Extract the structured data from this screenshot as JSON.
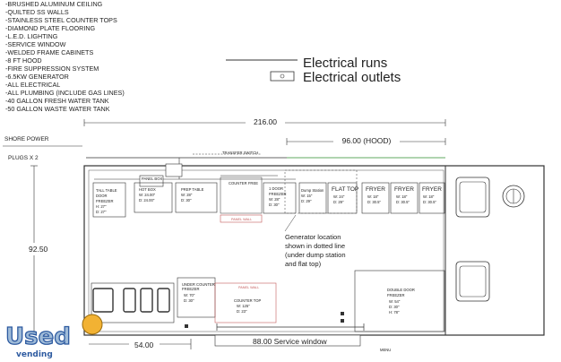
{
  "specs": [
    "-BRUSHED ALUMINUM CEILING",
    "-QUILTED SS WALLS",
    "-STAINLESS STEEL COUNTER TOPS",
    "-DIAMOND PLATE FLOORING",
    "-L.E.D. LIGHTING",
    "-SERVICE WINDOW",
    "-WELDED FRAME CABINETS",
    "-8 FT HOOD",
    "-FIRE SUPPRESSION SYSTEM",
    "-6.5KW GENERATOR",
    "-ALL ELECTRICAL",
    "-ALL PLUMBING (INCLUDE GAS LINES)",
    "-40 GALLON FRESH WATER TANK",
    "-50 GALLON WASTE WATER TANK"
  ],
  "legend": {
    "runs": "Electrical runs",
    "outlets": "Electrical outlets"
  },
  "dimensions": {
    "length": "216.00",
    "hood": "96.00 (HOOD)",
    "width": "92.50",
    "door": "54.00",
    "service_window": "88.00 Service window"
  },
  "labels": {
    "shore_power": "SHORE POWER",
    "plugs": "PLUGS X 2",
    "menu": "MENU"
  },
  "notes": {
    "generator": [
      "Generator location",
      "shown in dotted line",
      "(under dump station",
      "and flat top)"
    ]
  },
  "equipment": {
    "panel_box": "PANEL BOX",
    "transfer_switch": "TRANSFER SWITCH",
    "tall_table": [
      "TALL TABLE",
      "DOOR",
      "FREEZER",
      "H: 27\"",
      "D: 27\""
    ],
    "hot_box": [
      "HOT BOX",
      "W: 24.00\"",
      "D: 24.00\"",
      ""
    ],
    "prep_table": [
      "PREP TABLE",
      "W: 28\"",
      "D: 30\""
    ],
    "counter_top_free": "COUNTER FREE",
    "panel_wall_1": "PANEL WALL",
    "freezer": [
      "1 DOOR",
      "FREEZER",
      "W: 28\"",
      "D: 30\""
    ],
    "dump_station": [
      "Dump Station",
      "W: 15\"",
      "D: 29\""
    ],
    "flat_top": [
      "FLAT TOP",
      "W: 24\"",
      "D: 29\""
    ],
    "fryer_1": [
      "FRYER",
      "W: 18\"",
      "D: 30.5\""
    ],
    "fryer_2": [
      "FRYER",
      "W: 18\"",
      "D: 30.5\""
    ],
    "fryer_3": [
      "FRYER",
      "W: 18\"",
      "D: 30.5\""
    ],
    "under_counter": [
      "UNDER COUNTER",
      "FREEZER",
      "W: 70\"",
      "D: 30\""
    ],
    "panel_wall_2": "PANEL WALL",
    "counter_top": [
      "COUNTER TOP",
      "W: 125\"",
      "D: 23\""
    ],
    "double_door": [
      "DOUBLE DOOR",
      "FREEZER",
      "W: 54\"",
      "D: 30\"",
      "H: 78\""
    ]
  },
  "logo": {
    "main": "Used",
    "sub": "vending"
  }
}
